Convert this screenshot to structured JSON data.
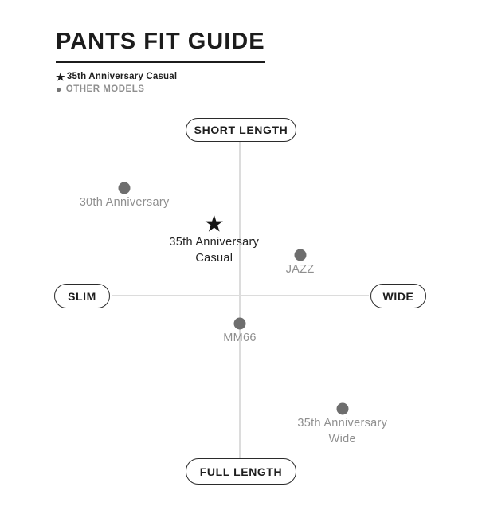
{
  "page": {
    "title": "PANTS FIT GUIDE"
  },
  "icons": {
    "star": "★",
    "dot": "●"
  },
  "legend": {
    "primary": {
      "icon": "star-icon",
      "label": "35th Anniversary Casual"
    },
    "secondary": {
      "icon": "dot-icon",
      "label": "OTHER MODELS"
    }
  },
  "axes": {
    "top": "SHORT LENGTH",
    "bottom": "FULL LENGTH",
    "left": "SLIM",
    "right": "WIDE"
  },
  "colors": {
    "text_black": "#1c1c1c",
    "dot_gray": "#6e6e6e",
    "label_gray": "#8f8f8f",
    "axis_line_gray": "#dcdcdc"
  },
  "chart_data": {
    "type": "scatter",
    "title": "PANTS FIT GUIDE",
    "x_axis": {
      "left_label": "SLIM",
      "right_label": "WIDE",
      "range": [
        -1,
        1
      ]
    },
    "y_axis": {
      "top_label": "SHORT LENGTH",
      "bottom_label": "FULL LENGTH",
      "range": [
        -1,
        1
      ]
    },
    "grid": false,
    "legend_position": "top-left",
    "points": [
      {
        "name": "30th Anniversary",
        "label_lines": [
          "30th Anniversary"
        ],
        "x": -0.9,
        "y": 0.69,
        "marker": "dot",
        "highlight": false
      },
      {
        "name": "35th Anniversary Casual",
        "label_lines": [
          "35th Anniversary",
          "Casual"
        ],
        "x": -0.2,
        "y": 0.45,
        "marker": "star",
        "highlight": true
      },
      {
        "name": "JAZZ",
        "label_lines": [
          "JAZZ"
        ],
        "x": 0.47,
        "y": 0.26,
        "marker": "dot",
        "highlight": false
      },
      {
        "name": "MM66",
        "label_lines": [
          "MM66"
        ],
        "x": 0.0,
        "y": -0.18,
        "marker": "dot",
        "highlight": false
      },
      {
        "name": "35th Anniversary Wide",
        "label_lines": [
          "35th Anniversary",
          "Wide"
        ],
        "x": 0.8,
        "y": -0.73,
        "marker": "dot",
        "highlight": false
      }
    ]
  }
}
